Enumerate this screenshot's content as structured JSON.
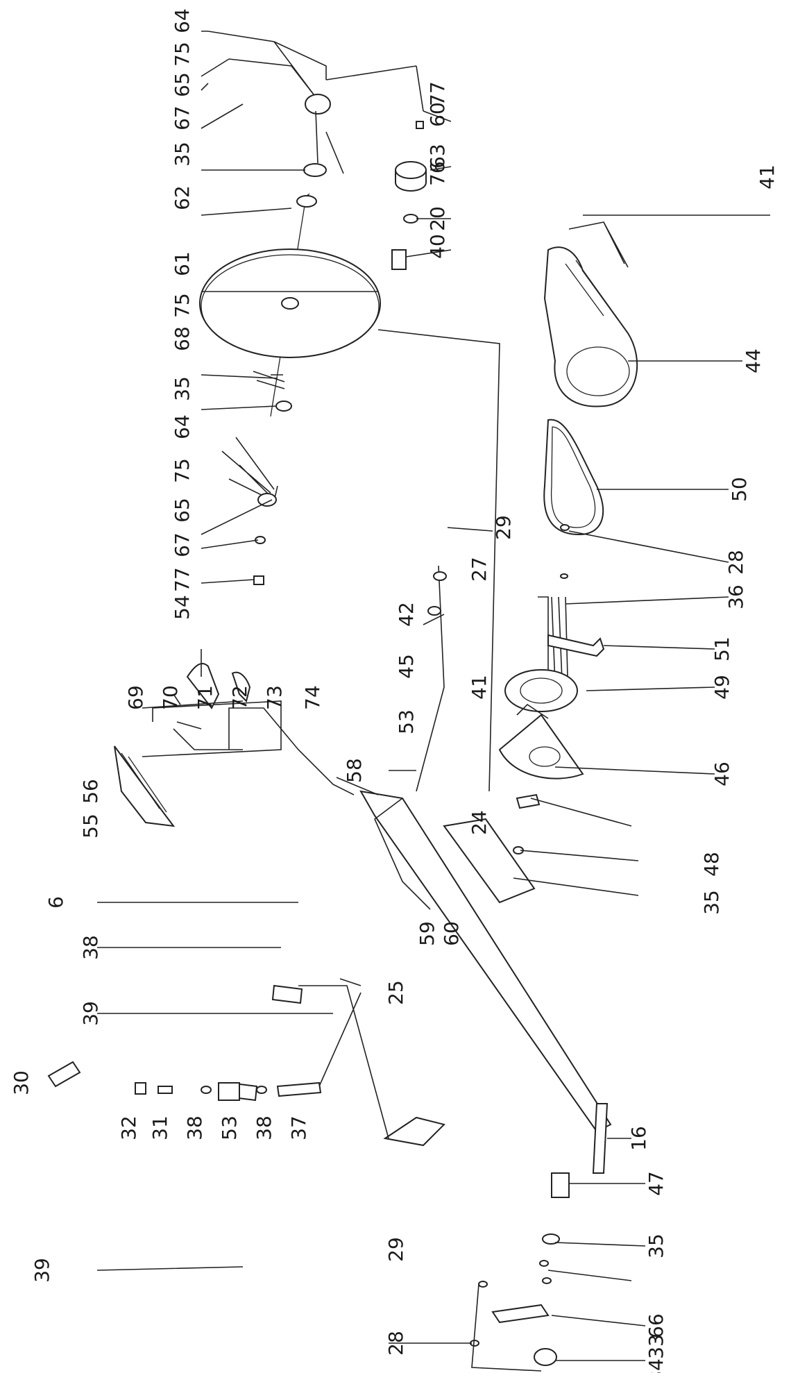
{
  "diagram": {
    "labels": [
      "64",
      "75",
      "65",
      "67",
      "35",
      "60",
      "63",
      "77",
      "76",
      "62",
      "20",
      "40",
      "41",
      "61",
      "44",
      "75",
      "68",
      "35",
      "50",
      "64",
      "75",
      "65",
      "67",
      "29",
      "28",
      "77",
      "54",
      "42",
      "27",
      "45",
      "36",
      "53",
      "51",
      "69",
      "70",
      "71",
      "72",
      "73",
      "74",
      "41",
      "58",
      "49",
      "24",
      "56",
      "55",
      "46",
      "6",
      "48",
      "38",
      "35",
      "59",
      "60",
      "39",
      "25",
      "16",
      "30",
      "32",
      "31",
      "38",
      "53",
      "38",
      "37",
      "47",
      "35",
      "39",
      "29",
      "66",
      "33",
      "28",
      "34"
    ]
  }
}
